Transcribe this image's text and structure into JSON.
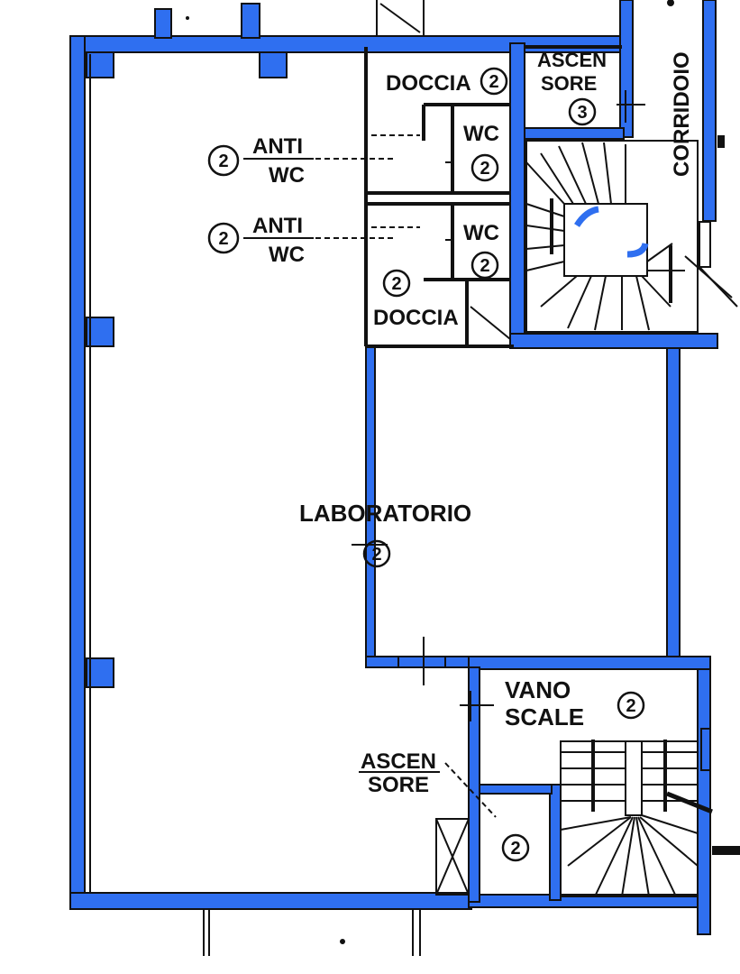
{
  "rooms": {
    "doccia_top": "DOCCIA",
    "doccia_top_tag": "2",
    "ascensore_top_1": "ASCEN",
    "ascensore_top_2": "SORE",
    "ascensore_top_tag": "3",
    "corridoio": "CORRIDOIO",
    "wc_1": "WC",
    "wc_1_tag": "2",
    "wc_2": "WC",
    "wc_2_tag": "2",
    "antiwc_1_a": "ANTI",
    "antiwc_1_b": "WC",
    "antiwc_1_tag": "2",
    "antiwc_2_a": "ANTI",
    "antiwc_2_b": "WC",
    "antiwc_2_tag": "2",
    "doccia_bottom": "DOCCIA",
    "doccia_bottom_tag": "2",
    "laboratorio": "LABORATORIO",
    "laboratorio_tag": "2",
    "vano_scale_1": "VANO",
    "vano_scale_2": "SCALE",
    "vano_scale_tag": "2",
    "ascensore_bottom_1": "ASCEN",
    "ascensore_bottom_2": "SORE",
    "ascensore_bottom_tag": "2"
  },
  "colors": {
    "wall": "#2f6ff0",
    "ink": "#111111",
    "paper": "#ffffff"
  }
}
